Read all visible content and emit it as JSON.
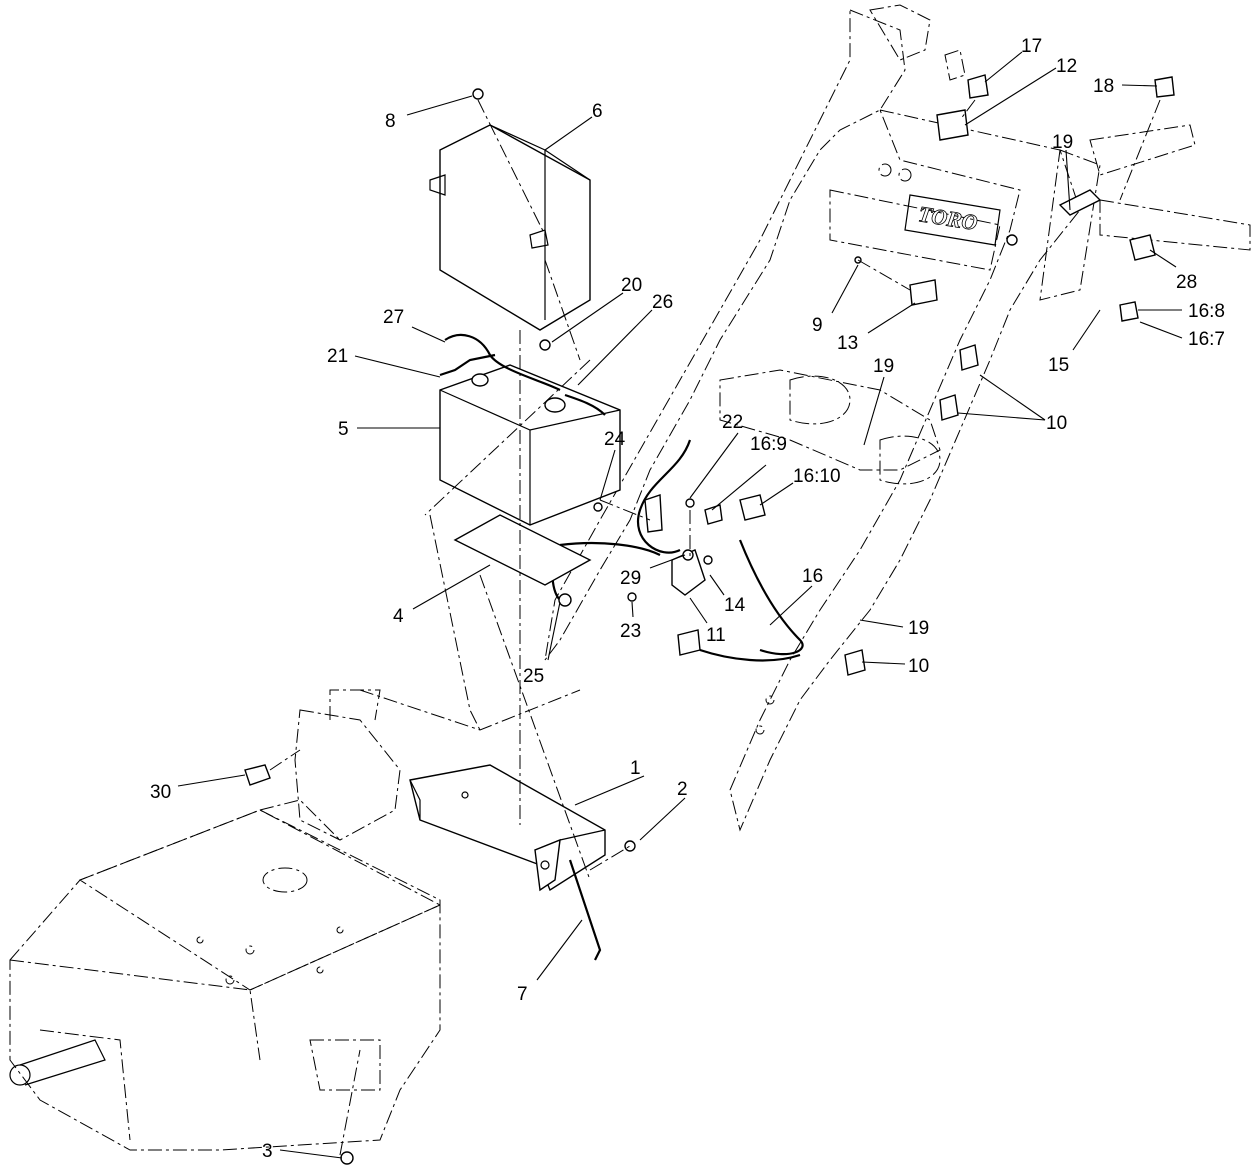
{
  "diagram": {
    "brand_text": "TORO",
    "callouts": [
      {
        "id": "c1",
        "label": "1"
      },
      {
        "id": "c2",
        "label": "2"
      },
      {
        "id": "c3",
        "label": "3"
      },
      {
        "id": "c4",
        "label": "4"
      },
      {
        "id": "c5",
        "label": "5"
      },
      {
        "id": "c6",
        "label": "6"
      },
      {
        "id": "c7",
        "label": "7"
      },
      {
        "id": "c8",
        "label": "8"
      },
      {
        "id": "c9",
        "label": "9"
      },
      {
        "id": "c10a",
        "label": "10"
      },
      {
        "id": "c10b",
        "label": "10"
      },
      {
        "id": "c11",
        "label": "11"
      },
      {
        "id": "c12",
        "label": "12"
      },
      {
        "id": "c13",
        "label": "13"
      },
      {
        "id": "c14",
        "label": "14"
      },
      {
        "id": "c15",
        "label": "15"
      },
      {
        "id": "c16",
        "label": "16"
      },
      {
        "id": "c16_7",
        "label": "16:7"
      },
      {
        "id": "c16_8",
        "label": "16:8"
      },
      {
        "id": "c16_9",
        "label": "16:9"
      },
      {
        "id": "c16_10",
        "label": "16:10"
      },
      {
        "id": "c17",
        "label": "17"
      },
      {
        "id": "c18",
        "label": "18"
      },
      {
        "id": "c19a",
        "label": "19"
      },
      {
        "id": "c19b",
        "label": "19"
      },
      {
        "id": "c19c",
        "label": "19"
      },
      {
        "id": "c20",
        "label": "20"
      },
      {
        "id": "c21",
        "label": "21"
      },
      {
        "id": "c22",
        "label": "22"
      },
      {
        "id": "c23",
        "label": "23"
      },
      {
        "id": "c24",
        "label": "24"
      },
      {
        "id": "c25",
        "label": "25"
      },
      {
        "id": "c26",
        "label": "26"
      },
      {
        "id": "c27",
        "label": "27"
      },
      {
        "id": "c28",
        "label": "28"
      },
      {
        "id": "c29",
        "label": "29"
      },
      {
        "id": "c30",
        "label": "30"
      }
    ]
  }
}
